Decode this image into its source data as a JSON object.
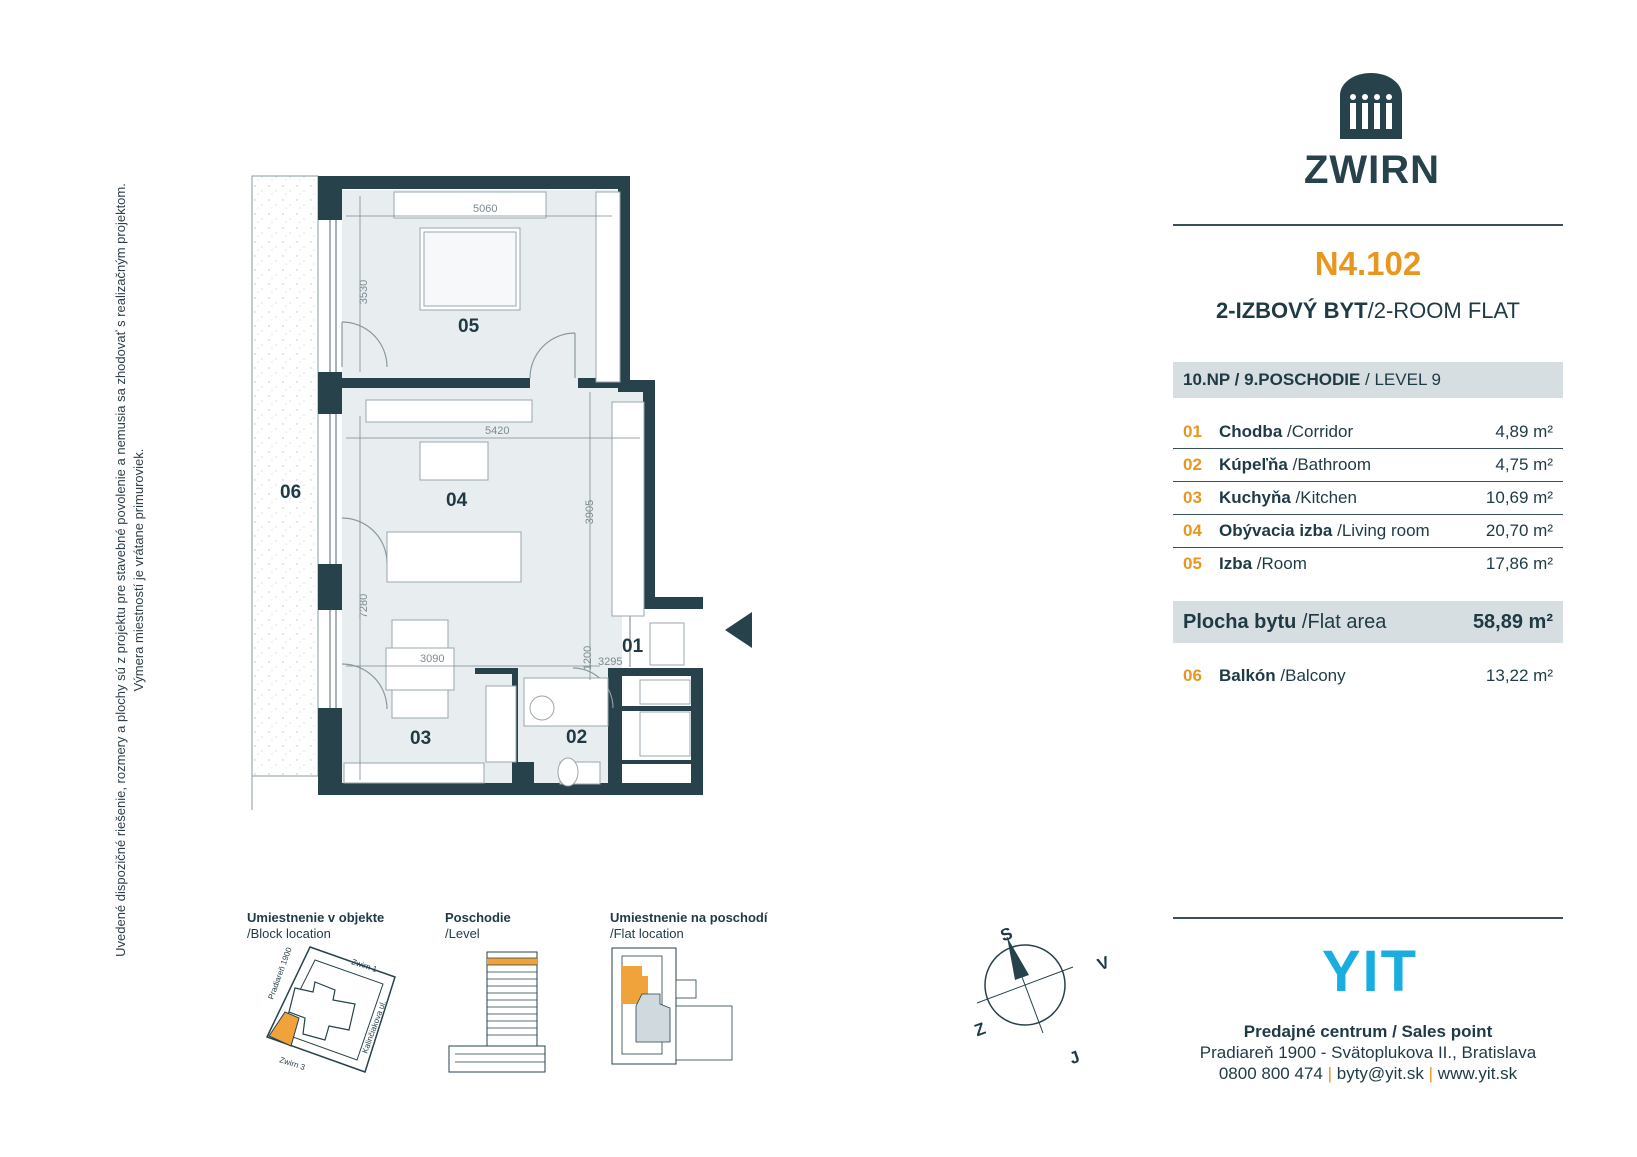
{
  "disclaimer": {
    "line1": "Uvedené dispozičné riešenie, rozmery a plochy sú z projektu pre stavebné povolenie a nemusia sa zhodovať s realizačným projektom.",
    "line2": "Výmera miestností je vrátane primuroviek."
  },
  "plan": {
    "rooms": {
      "r01": "01",
      "r02": "02",
      "r03": "03",
      "r04": "04",
      "r05": "05",
      "r06": "06"
    },
    "dimensions": {
      "d5060": "5060",
      "d3530": "3530",
      "d5420": "5420",
      "d3905": "3905",
      "d7280": "7280",
      "d3090": "3090",
      "d1200": "1200",
      "d3295": "3295"
    }
  },
  "brand": {
    "name": "ZWIRN",
    "color": "#27424b",
    "accent": "#e8961e",
    "icon": "zwirn-building-logo-icon"
  },
  "unit": {
    "code": "N4.102",
    "type_bold": "2-IZBOVÝ BYT",
    "type_rest": "/2-ROOM FLAT",
    "level_bold": "10.NP / 9.POSCHODIE",
    "level_rest": " / LEVEL 9"
  },
  "rooms": [
    {
      "num": "01",
      "name": "Chodba",
      "en": " /Corridor",
      "area": "4,89 m²"
    },
    {
      "num": "02",
      "name": "Kúpeľňa",
      "en": " /Bathroom",
      "area": "4,75 m²"
    },
    {
      "num": "03",
      "name": "Kuchyňa",
      "en": " /Kitchen",
      "area": "10,69 m²"
    },
    {
      "num": "04",
      "name": "Obývacia izba",
      "en": " /Living room",
      "area": "20,70 m²"
    },
    {
      "num": "05",
      "name": "Izba",
      "en": " /Room",
      "area": "17,86 m²"
    }
  ],
  "total": {
    "name": "Plocha bytu",
    "en": " /Flat area",
    "area": "58,89 m²"
  },
  "balcony": {
    "num": "06",
    "name": "Balkón",
    "en": " /Balcony",
    "area": "13,22 m²"
  },
  "locations": {
    "block_title": "Umiestnenie v objekte",
    "block_sub": "/Block location",
    "level_title": "Poschodie",
    "level_sub": "/Level",
    "flat_title": "Umiestnenie na poschodí",
    "flat_sub": "/Flat location",
    "street1": "Zwirn 1",
    "street2": "Pradiareň 1900",
    "street3": "Kalinčiakova ul.",
    "street4": "Zwirn 3"
  },
  "compass": {
    "s": "S",
    "v": "V",
    "j": "J",
    "z": "Z"
  },
  "sales": {
    "company": "YIT",
    "company_color": "#1aaee0",
    "title": "Predajné centrum / Sales point",
    "address": "Pradiareň 1900 - Svätoplukova II., Bratislava",
    "phone": "0800 800 474",
    "email": "byty@yit.sk",
    "web": "www.yit.sk",
    "separator": "|"
  }
}
